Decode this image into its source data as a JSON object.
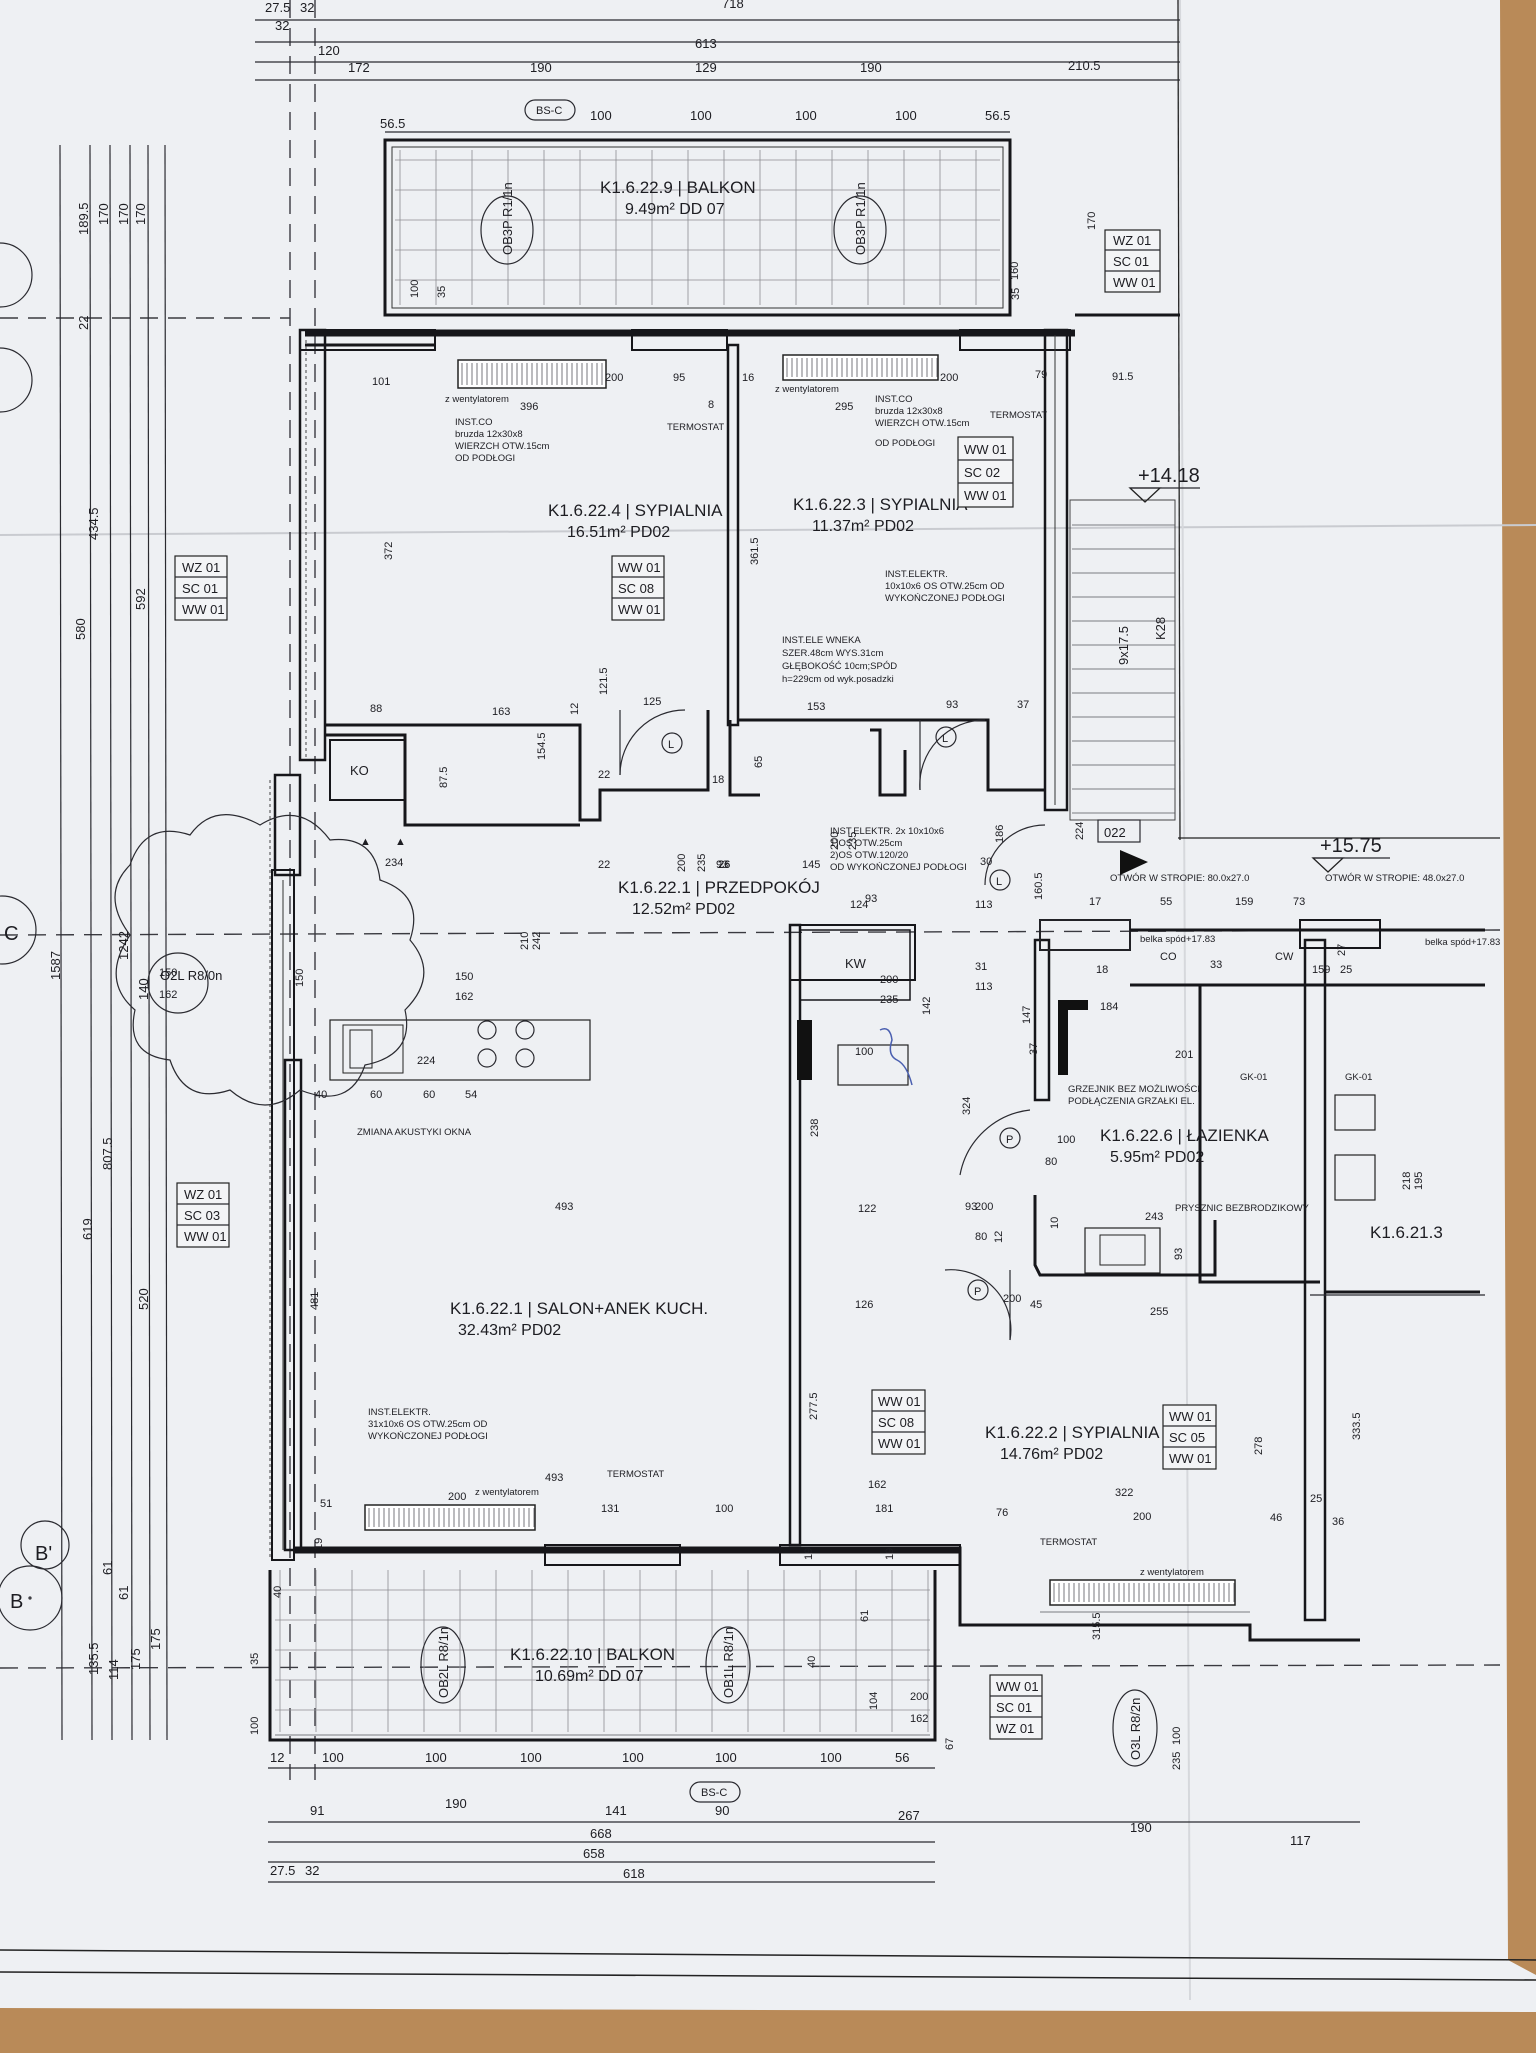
{
  "rooms": {
    "sypialnia4": {
      "name": "K1.6.22.4 | SYPIALNIA",
      "area": "16.51m² PD02"
    },
    "sypialnia3": {
      "name": "K1.6.22.3 | SYPIALNIA",
      "area": "11.37m² PD02"
    },
    "przedpokoj": {
      "name": "K1.6.22.1 | PRZEDPOKÓJ",
      "area": "12.52m² PD02"
    },
    "lazienka": {
      "name": "K1.6.22.6 | ŁAZIENKA",
      "area": "5.95m² PD02"
    },
    "salon": {
      "name": "K1.6.22.1 | SALON+ANEK KUCH.",
      "area": "32.43m² PD02"
    },
    "sypialnia2": {
      "name": "K1.6.22.2 | SYPIALNIA",
      "area": "14.76m² PD02"
    },
    "balkon_top": {
      "name": "K1.6.22.9 | BALKON",
      "area": "9.49m² DD 07"
    },
    "balkon_bottom": {
      "name": "K1.6.22.10 | BALKON",
      "area": "10.69m² DD 07"
    },
    "neighbor": {
      "name": "K1.6.21.3"
    }
  },
  "tags": {
    "balkon_top": [
      "WZ 01",
      "SC 01",
      "WW 01"
    ],
    "sypialnia4_side": [
      "WZ 01",
      "SC 01",
      "WW 01"
    ],
    "sypialnia4": [
      "WW 01",
      "SC 08",
      "WW 01"
    ],
    "sypialnia3": [
      "WW 01",
      "SC 02",
      "WW 01"
    ],
    "salon_side": [
      "WZ 01",
      "SC 03",
      "WW 01"
    ],
    "sypialnia2_a": [
      "WW 01",
      "SC 08",
      "WW 01"
    ],
    "sypialnia2_b": [
      "WW 01",
      "SC 05",
      "WW 01"
    ],
    "balkon_bottom": [
      "WW 01",
      "SC 01",
      "WZ 01"
    ]
  },
  "window_labels": {
    "ob3p_left": "OB3P R1/1n",
    "ob3p_right": "OB3P R1/1n",
    "o2l": "O2L R8/0n",
    "ob2l": "OB2L R8/1n",
    "ob1l": "OB1L R8/1n",
    "o3l": "O3L R8/2n",
    "bsc": "BS-C",
    "bsc_bottom": "BS-C"
  },
  "levels": {
    "level1": "+14.18",
    "level2": "+15.75",
    "door_tag": "022",
    "stair": "9x17.5",
    "stair_k": "K28"
  },
  "notes": {
    "inst_co1": "INST.CO",
    "inst_co1b": "bruzda 12x30x8",
    "inst_co1c": "WIERZCH OTW.15cm",
    "inst_co1d": "OD PODŁOGI",
    "inst_co2": "INST.CO",
    "inst_co2b": "bruzda 12x30x8",
    "inst_co2c": "WIERZCH OTW.15cm",
    "inst_co2d": "OD PODŁOGI",
    "wentylator1": "z wentylatorem",
    "wentylator2": "z wentylatorem",
    "wentylator3": "z wentylatorem",
    "wentylator4": "z wentylatorem",
    "termostat1": "TERMOSTAT",
    "termostat2": "TERMOSTAT",
    "termostat3": "TERMOSTAT",
    "termostat4": "TERMOSTAT",
    "inst_elektr1": "INST.ELEKTR.",
    "inst_elektr1b": "10x10x6 OS OTW.25cm OD",
    "inst_elektr1c": "WYKOŃCZONEJ PODŁOGI",
    "wneka1": "INST.ELE WNEKA",
    "wneka2": "SZER.48cm WYS.31cm",
    "wneka3": "GŁĘBOKOŚĆ 10cm;SPÓD",
    "wneka4": "h=229cm od wyk.posadzki",
    "inst_elektr2": "INST.ELEKTR. 2x 10x10x6",
    "inst_elektr2b": "1)OS OTW.25cm",
    "inst_elektr2c": "2)OS OTW.120/20",
    "inst_elektr2d": "OD WYKOŃCZONEJ PODŁOGI",
    "inst_elektr3": "INST.ELEKTR.",
    "inst_elektr3b": "31x10x6 OS OTW.25cm OD",
    "inst_elektr3c": "WYKOŃCZONEJ PODŁOGI",
    "zmiana": "ZMIANA AKUSTYKI OKNA",
    "grzejnik1": "GRZEJNIK BEZ MOŻLIWOŚCI",
    "grzejnik2": "PODŁĄCZENIA GRZAŁKI EL.",
    "prysznic": "PRYSZNIC BEZBRODZIKOWY",
    "otwor1": "OTWÓR W STROPIE: 80.0x27.0",
    "otwor2": "OTWÓR W STROPIE: 48.0x27.0",
    "belka1": "belka spód+17.83",
    "belka2": "belka spód+17.83",
    "kw1": "KO",
    "kw2": "KW",
    "co": "CO",
    "cw": "CW",
    "gk1": "GK-01",
    "gk2": "GK-01"
  },
  "dims": {
    "top": [
      "27.5",
      "32",
      "718",
      "120",
      "613",
      "172",
      "190",
      "129",
      "190",
      "210.5",
      "32",
      "56.5",
      "100",
      "100",
      "100",
      "100",
      "56.5"
    ],
    "bottom": [
      "12",
      "100",
      "100",
      "100",
      "100",
      "100",
      "100",
      "56",
      "91",
      "190",
      "141",
      "90",
      "267",
      "190",
      "117",
      "668",
      "658",
      "27.5",
      "32",
      "618"
    ],
    "left": [
      "189.5",
      "170",
      "170",
      "170",
      "22",
      "434.5",
      "580",
      "592",
      "1587",
      "1242",
      "140",
      "807.5",
      "619",
      "520",
      "61",
      "61",
      "135.5",
      "114",
      "175",
      "175"
    ],
    "inner": [
      "101",
      "396",
      "200",
      "95",
      "8",
      "16",
      "295",
      "200",
      "79",
      "91.5",
      "372",
      "361.5",
      "88",
      "163",
      "125",
      "153",
      "93",
      "37",
      "12",
      "121.5",
      "154.5",
      "87.5",
      "22",
      "18",
      "65",
      "26",
      "30",
      "93",
      "186",
      "234",
      "22",
      "93",
      "26",
      "145",
      "124",
      "113",
      "31",
      "113",
      "142",
      "210",
      "242",
      "150",
      "224",
      "40",
      "60",
      "60",
      "54",
      "100",
      "37",
      "147",
      "201",
      "324",
      "238",
      "122",
      "93",
      "126",
      "243",
      "255",
      "493",
      "481",
      "277.5",
      "162",
      "181",
      "76",
      "200",
      "322",
      "46",
      "25",
      "36",
      "131",
      "100",
      "493",
      "51",
      "200",
      "19",
      "19",
      "19",
      "61",
      "104",
      "67",
      "40",
      "35",
      "100",
      "40",
      "195",
      "218",
      "278",
      "333.5",
      "315.5",
      "224",
      "160.5",
      "17",
      "55",
      "159",
      "73",
      "159",
      "25",
      "27",
      "18",
      "33",
      "184",
      "100",
      "80",
      "200",
      "80",
      "200",
      "93",
      "45",
      "10",
      "12",
      "150",
      "162",
      "200",
      "162",
      "150",
      "162",
      "200",
      "235",
      "100",
      "235",
      "200",
      "235",
      "200",
      "235",
      "35",
      "100",
      "160",
      "35",
      "170"
    ]
  },
  "door_labels": [
    "L",
    "L",
    "P",
    "P",
    "L"
  ]
}
